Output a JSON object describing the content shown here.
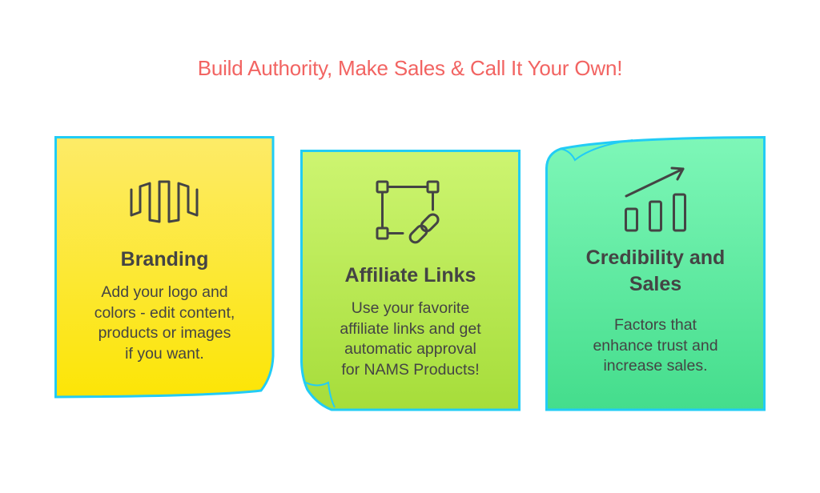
{
  "title": "Build Authority, Make Sales & Call It Your Own!",
  "colors": {
    "title": "#f26462",
    "border": "#22ccf5",
    "text": "#444444",
    "card1_top": "#fdeb68",
    "card1_bottom": "#fce506",
    "card2_top": "#cdf571",
    "card2_bottom": "#a6dd3a",
    "card3_top": "#7ef7b8",
    "card3_bottom": "#44dd8c"
  },
  "cards": [
    {
      "icon": "branding-wave-icon",
      "heading": "Branding",
      "desc_lines": [
        "Add your logo and",
        "colors - edit content,",
        "products or images",
        "if you want."
      ]
    },
    {
      "icon": "affiliate-link-icon",
      "heading": "Affiliate Links",
      "desc_lines": [
        "Use your favorite",
        "affiliate links and get",
        "automatic approval",
        "for NAMS Products!"
      ]
    },
    {
      "icon": "growth-chart-icon",
      "heading_lines": [
        "Credibility and",
        "Sales"
      ],
      "desc_lines": [
        "Factors that",
        "enhance trust and",
        "increase sales."
      ]
    }
  ]
}
